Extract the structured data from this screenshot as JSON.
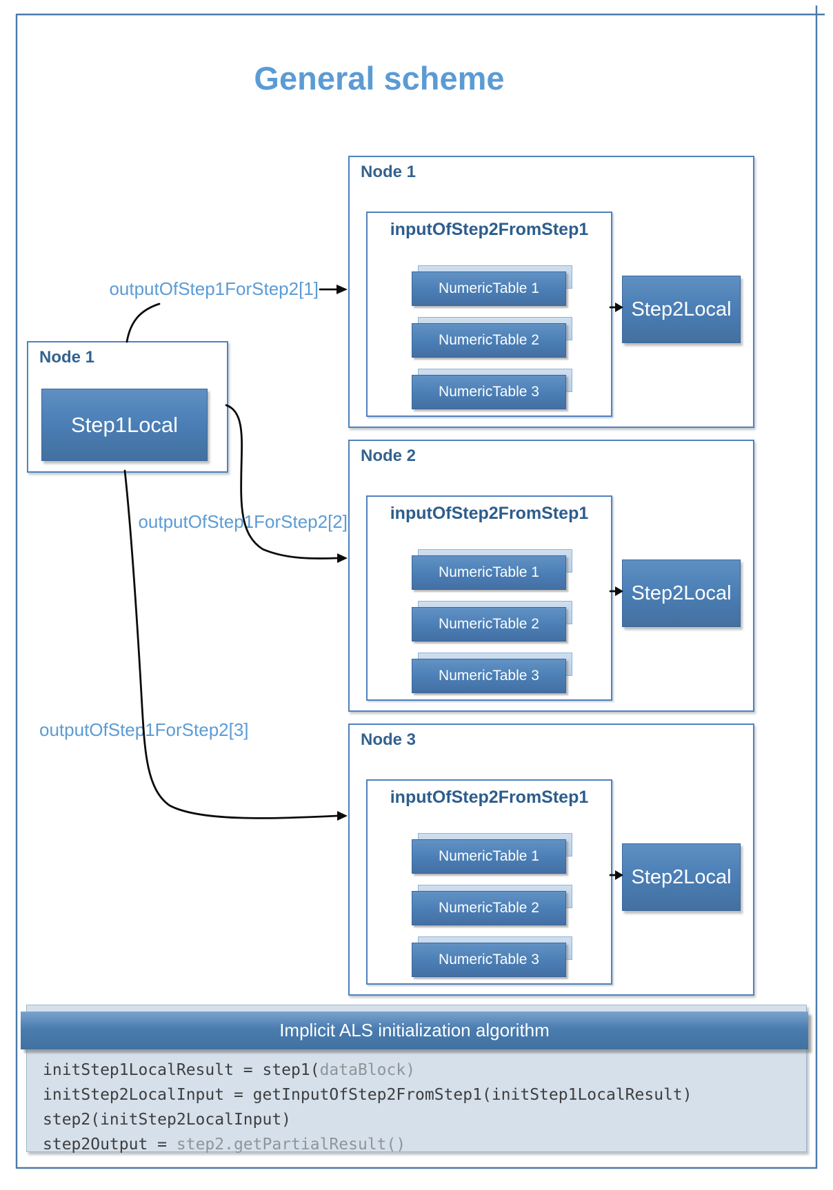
{
  "page": {
    "title": "General scheme"
  },
  "colors": {
    "accent": "#4a7eb5",
    "border_blue": "#4f81bd",
    "label_blue": "#5b9bd5",
    "dark_text": "#33628f",
    "sheet": "#b9cfe5",
    "frame": "#4b79a8",
    "code_bg": "#d5e0eb"
  },
  "left_node": {
    "title": "Node 1",
    "step_label": "Step1Local"
  },
  "connectors": [
    {
      "label": "outputOfStep1ForStep2[1]"
    },
    {
      "label": "outputOfStep1ForStep2[2]"
    },
    {
      "label": "outputOfStep1ForStep2[3]"
    }
  ],
  "nodes": [
    {
      "title": "Node 1",
      "input_label": "inputOfStep2FromStep1",
      "tables": [
        "NumericTable 1",
        "NumericTable 2",
        "NumericTable 3"
      ],
      "step_label": "Step2Local"
    },
    {
      "title": "Node 2",
      "input_label": "inputOfStep2FromStep1",
      "tables": [
        "NumericTable 1",
        "NumericTable 2",
        "NumericTable 3"
      ],
      "step_label": "Step2Local"
    },
    {
      "title": "Node 3",
      "input_label": "inputOfStep2FromStep1",
      "tables": [
        "NumericTable 1",
        "NumericTable 2",
        "NumericTable 3"
      ],
      "step_label": "Step2Local"
    }
  ],
  "algorithm": {
    "title": "Implicit ALS initialization algorithm",
    "code_lines": [
      {
        "segments": [
          {
            "text": "initStep1LocalResult = step1(",
            "muted": false
          },
          {
            "text": "dataBlock)",
            "muted": true
          }
        ]
      },
      {
        "segments": [
          {
            "text": "initStep2LocalInput = getInputOfStep2FromStep1(initStep1LocalResult)",
            "muted": false
          }
        ]
      },
      {
        "segments": [
          {
            "text": "step2(initStep2LocalInput)",
            "muted": false
          }
        ]
      },
      {
        "segments": [
          {
            "text": "step2Output = ",
            "muted": false
          },
          {
            "text": "step2.getPartialResult()",
            "muted": true
          }
        ]
      }
    ]
  }
}
